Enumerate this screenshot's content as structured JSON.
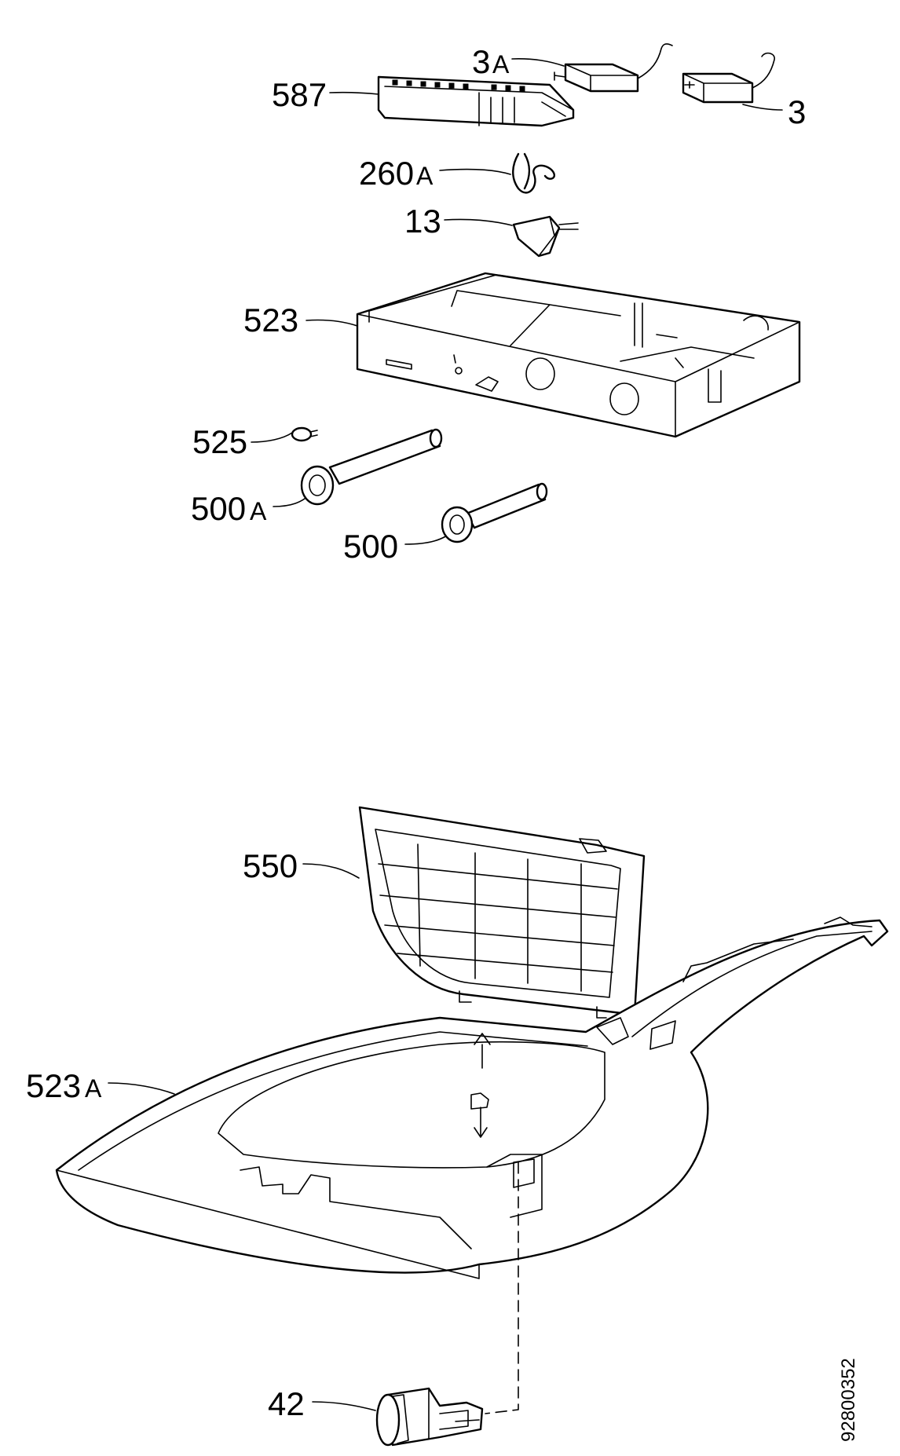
{
  "figure": {
    "reference_number": "92800352"
  },
  "labels": [
    {
      "id": "p3A",
      "num": "3",
      "suffix": "A"
    },
    {
      "id": "p3",
      "num": "3",
      "suffix": ""
    },
    {
      "id": "p587",
      "num": "587",
      "suffix": ""
    },
    {
      "id": "p260A",
      "num": "260",
      "suffix": "A"
    },
    {
      "id": "p13",
      "num": "13",
      "suffix": ""
    },
    {
      "id": "p523",
      "num": "523",
      "suffix": ""
    },
    {
      "id": "p525",
      "num": "525",
      "suffix": ""
    },
    {
      "id": "p500A",
      "num": "500",
      "suffix": "A"
    },
    {
      "id": "p500",
      "num": "500",
      "suffix": ""
    },
    {
      "id": "p550",
      "num": "550",
      "suffix": ""
    },
    {
      "id": "p523A",
      "num": "523",
      "suffix": "A"
    },
    {
      "id": "p42",
      "num": "42",
      "suffix": ""
    }
  ]
}
